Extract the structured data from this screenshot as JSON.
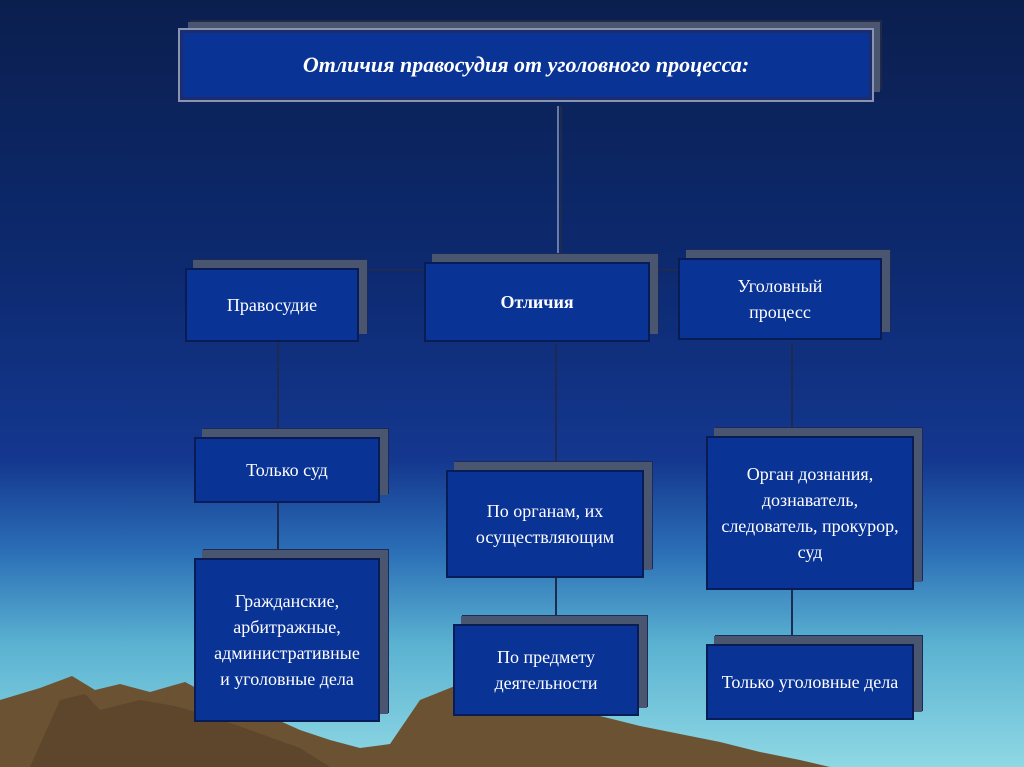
{
  "title": "Отличия  правосудия от уголовного процесса:",
  "nodes": {
    "justice": "Правосудие",
    "differences": "Отличия",
    "criminal_process": "Уголовный процесс",
    "only_court": "Только суд",
    "by_bodies": "По органам, их осуществляющим",
    "investigators": "Орган дознания, дознаватель, следователь, прокурор, суд",
    "civil_cases": "Гражданские, арбитражные, административные и уголовные дела",
    "by_subject": "По предмету деятельности",
    "only_criminal": "Только уголовные дела"
  },
  "colors": {
    "box_fill": "#0a3396",
    "box_shadow": "#4a5670",
    "connector": "#1d2b52",
    "mountain": "#6b5233",
    "sky_top": "#0b1f4e",
    "sky_bottom": "#8fd8e4"
  }
}
